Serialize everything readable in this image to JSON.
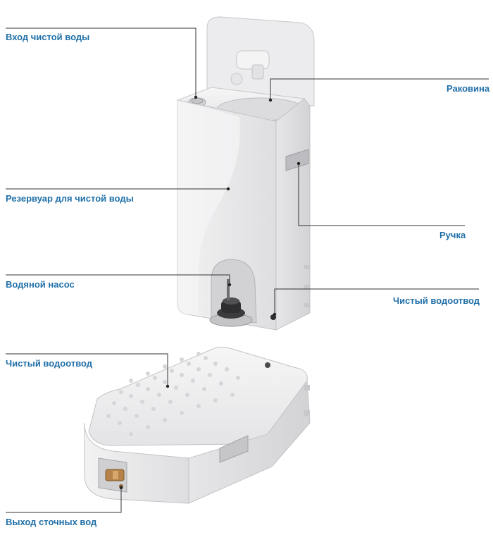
{
  "labels": {
    "clean_water_inlet": "Вход чистой воды",
    "sink": "Раковина",
    "clean_water_tank": "Резервуар для чистой воды",
    "handle": "Ручка",
    "water_pump": "Водяной насос",
    "clean_drain_top": "Чистый водоотвод",
    "clean_drain_bottom": "Чистый водоотвод",
    "wastewater_outlet": "Выход сточных вод"
  },
  "colors": {
    "label_text": "#1f6fa8",
    "leader_line": "#333333",
    "unit_body": "#e9e9ea",
    "unit_shadow": "#cfcfd1"
  }
}
